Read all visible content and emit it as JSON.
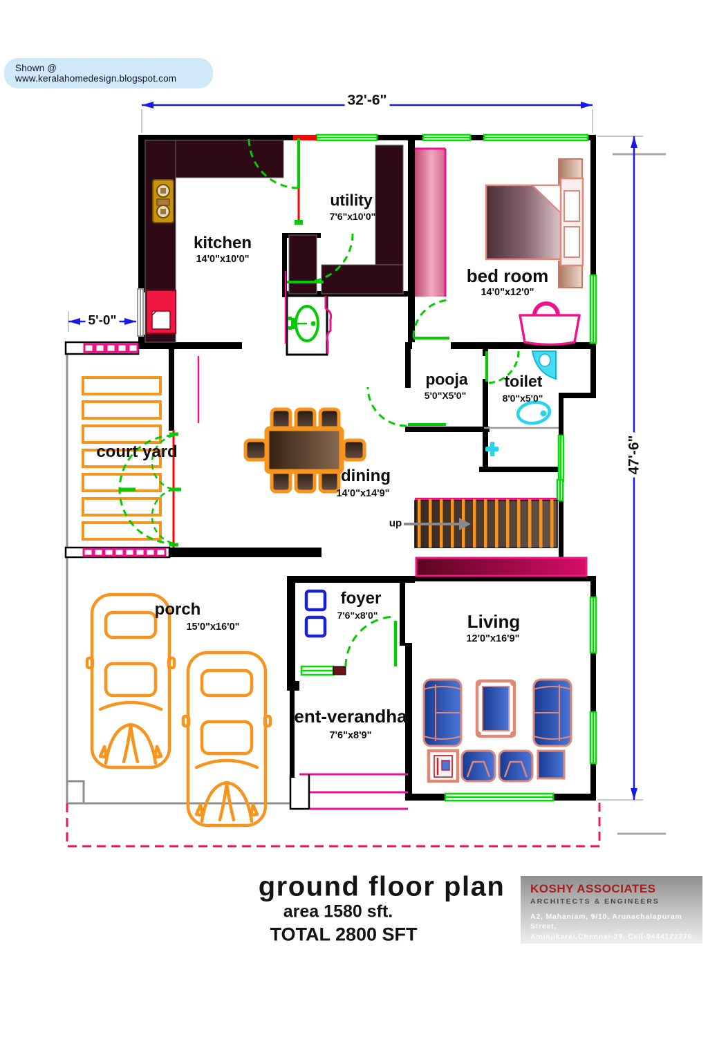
{
  "watermark": {
    "text": "Shown @  www.keralahomedesign.blogspot.com"
  },
  "dimensions": {
    "width_top": "32'-6\"",
    "height_right": "47'-6\"",
    "sitout_left": "5'-0\""
  },
  "rooms": {
    "kitchen": {
      "name": "kitchen",
      "size": "14'0\"x10'0\""
    },
    "utility": {
      "name": "utility",
      "size": "7'6\"x10'0\""
    },
    "bedroom": {
      "name": "bed room",
      "size": "14'0\"x12'0\""
    },
    "pooja": {
      "name": "pooja",
      "size": "5'0\"X5'0\""
    },
    "toilet": {
      "name": "toilet",
      "size": "8'0\"x5'0\""
    },
    "courtyard": {
      "name": "court yard",
      "size": ""
    },
    "dining": {
      "name": "dining",
      "size": "14'0\"x14'9\""
    },
    "stairs": {
      "name": "up",
      "size": ""
    },
    "porch": {
      "name": "porch",
      "size": "15'0\"x16'0\""
    },
    "foyer": {
      "name": "foyer",
      "size": "7'6\"x8'0\""
    },
    "living": {
      "name": "Living",
      "size": "12'0\"x16'9\""
    },
    "verandha": {
      "name": "ent-verandha",
      "size": "7'6\"x8'9\""
    }
  },
  "footer": {
    "title": "ground floor plan",
    "area_line": "area 1580 sft.",
    "total_line": "TOTAL 2800 SFT"
  },
  "firm": {
    "name": "KOSHY ASSOCIATES",
    "tagline": "ARCHITECTS & ENGINEERS",
    "address_line1": "A2, Mahaniam, 9/10, Arunachalapuram Street,",
    "address_line2": "Aminjikarai,Chennai-29. Cell-9444122276."
  },
  "colors": {
    "dimension_blue": "#1818e8",
    "wall_black": "#000000",
    "door_green": "#00cc00",
    "window_green": "#00dd00",
    "accent_magenta": "#ee1090",
    "boundary_pink_dashed": "#ed1650",
    "fixture_cyan": "#30d8ee",
    "furniture_orange": "#f7941d",
    "counter_maroon": "#2e0a16",
    "sofa_blue": "#2a52b8",
    "firm_red": "#a51d1d",
    "watermark_bg": "#cfe9f7"
  }
}
